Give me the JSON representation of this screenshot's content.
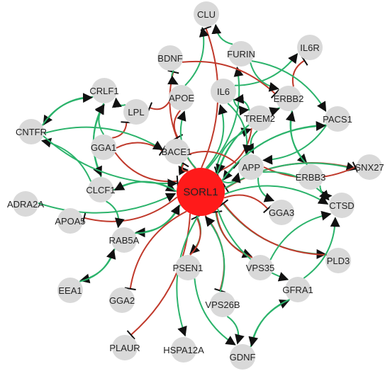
{
  "colors": {
    "activation": "#2bb36b",
    "inhibition": "#c0392b",
    "node": "#d9d9d9",
    "hub": "#ff1a1a"
  },
  "hub": "SORL1",
  "nodes": [
    "CLU",
    "IL6R",
    "BDNF",
    "FURIN",
    "CRLF1",
    "APOE",
    "IL6",
    "ERBB2",
    "LPL",
    "PACS1",
    "TREM2",
    "CNTFR",
    "GGA1",
    "BACE1",
    "APP",
    "SNX27",
    "ERBB3",
    "CLCF1",
    "SORL1",
    "ADRA2A",
    "CTSD",
    "GGA3",
    "APOA5",
    "RAB5A",
    "PLD3",
    "VPS35",
    "PSEN1",
    "EEA1",
    "GFRA1",
    "GGA2",
    "VPS26B",
    "PLAUR",
    "HSPA12A",
    "GDNF"
  ],
  "edges": [
    {
      "s": "SORL1",
      "t": "CLU",
      "type": "inhibition"
    },
    {
      "s": "FURIN",
      "t": "CLU",
      "type": "activation"
    },
    {
      "s": "APOE",
      "t": "CLU",
      "type": "activation"
    },
    {
      "s": "ERBB2",
      "t": "IL6R",
      "type": "inhibition"
    },
    {
      "s": "IL6",
      "t": "IL6R",
      "type": "activation"
    },
    {
      "s": "SORL1",
      "t": "BDNF",
      "type": "inhibition"
    },
    {
      "s": "SORL1",
      "t": "FURIN",
      "type": "activation"
    },
    {
      "s": "BDNF",
      "t": "ERBB2",
      "type": "inhibition"
    },
    {
      "s": "FURIN",
      "t": "ERBB2",
      "type": "activation"
    },
    {
      "s": "FURIN",
      "t": "PACS1",
      "type": "activation"
    },
    {
      "s": "BDNF",
      "t": "APOE",
      "type": "activation"
    },
    {
      "s": "APOE",
      "t": "LPL",
      "type": "inhibition"
    },
    {
      "s": "APOE",
      "t": "BACE1",
      "type": "inhibition"
    },
    {
      "s": "LPL",
      "t": "CRLF1",
      "type": "activation"
    },
    {
      "s": "CRLF1",
      "t": "CNTFR",
      "type": "activation"
    },
    {
      "s": "CNTFR",
      "t": "CRLF1",
      "type": "activation"
    },
    {
      "s": "CLCF1",
      "t": "CNTFR",
      "type": "activation"
    },
    {
      "s": "CLCF1",
      "t": "CRLF1",
      "type": "activation"
    },
    {
      "s": "CRLF1",
      "t": "CLCF1",
      "type": "activation"
    },
    {
      "s": "GGA1",
      "t": "CRLF1",
      "type": "activation"
    },
    {
      "s": "GGA1",
      "t": "LPL",
      "type": "inhibition"
    },
    {
      "s": "GGA1",
      "t": "BACE1",
      "type": "inhibition"
    },
    {
      "s": "GGA1",
      "t": "SORL1",
      "type": "inhibition"
    },
    {
      "s": "CNTFR",
      "t": "BACE1",
      "type": "activation"
    },
    {
      "s": "CNTFR",
      "t": "SORL1",
      "type": "activation"
    },
    {
      "s": "SORL1",
      "t": "APOE",
      "type": "activation"
    },
    {
      "s": "SORL1",
      "t": "IL6",
      "type": "activation"
    },
    {
      "s": "SORL1",
      "t": "TREM2",
      "type": "activation"
    },
    {
      "s": "TREM2",
      "t": "APP",
      "type": "activation"
    },
    {
      "s": "TREM2",
      "t": "SORL1",
      "type": "inhibition"
    },
    {
      "s": "IL6",
      "t": "TREM2",
      "type": "activation"
    },
    {
      "s": "IL6",
      "t": "APP",
      "type": "activation"
    },
    {
      "s": "ERBB2",
      "t": "ERBB3",
      "type": "activation"
    },
    {
      "s": "ERBB3",
      "t": "ERBB2",
      "type": "activation"
    },
    {
      "s": "ERBB2",
      "t": "SORL1",
      "type": "activation"
    },
    {
      "s": "SORL1",
      "t": "ERBB2",
      "type": "activation"
    },
    {
      "s": "PACS1",
      "t": "SORL1",
      "type": "activation"
    },
    {
      "s": "PACS1",
      "t": "APP",
      "type": "activation"
    },
    {
      "s": "SNX27",
      "t": "SORL1",
      "type": "inhibition"
    },
    {
      "s": "SORL1",
      "t": "SNX27",
      "type": "activation"
    },
    {
      "s": "APP",
      "t": "SNX27",
      "type": "inhibition"
    },
    {
      "s": "APP",
      "t": "CTSD",
      "type": "activation"
    },
    {
      "s": "ERBB3",
      "t": "CTSD",
      "type": "activation"
    },
    {
      "s": "SORL1",
      "t": "CTSD",
      "type": "activation"
    },
    {
      "s": "SORL1",
      "t": "APP",
      "type": "activation"
    },
    {
      "s": "BACE1",
      "t": "APP",
      "type": "inhibition"
    },
    {
      "s": "BACE1",
      "t": "SORL1",
      "type": "activation"
    },
    {
      "s": "SORL1",
      "t": "BACE1",
      "type": "inhibition"
    },
    {
      "s": "APP",
      "t": "GGA3",
      "type": "activation"
    },
    {
      "s": "SORL1",
      "t": "GGA3",
      "type": "inhibition"
    },
    {
      "s": "SORL1",
      "t": "PLD3",
      "type": "activation"
    },
    {
      "s": "PLD3",
      "t": "SORL1",
      "type": "inhibition"
    },
    {
      "s": "SORL1",
      "t": "VPS35",
      "type": "activation"
    },
    {
      "s": "VPS35",
      "t": "SORL1",
      "type": "inhibition"
    },
    {
      "s": "SORL1",
      "t": "GFRA1",
      "type": "activation"
    },
    {
      "s": "SORL1",
      "t": "PSEN1",
      "type": "activation"
    },
    {
      "s": "PSEN1",
      "t": "SORL1",
      "type": "inhibition"
    },
    {
      "s": "SORL1",
      "t": "VPS26B",
      "type": "inhibition"
    },
    {
      "s": "VPS26B",
      "t": "SORL1",
      "type": "activation"
    },
    {
      "s": "SORL1",
      "t": "RAB5A",
      "type": "activation"
    },
    {
      "s": "RAB5A",
      "t": "SORL1",
      "type": "activation"
    },
    {
      "s": "CLCF1",
      "t": "SORL1",
      "type": "activation"
    },
    {
      "s": "SORL1",
      "t": "CLCF1",
      "type": "activation"
    },
    {
      "s": "SORL1",
      "t": "APOA5",
      "type": "inhibition"
    },
    {
      "s": "ADRA2A",
      "t": "SORL1",
      "type": "activation"
    },
    {
      "s": "RAB5A",
      "t": "EEA1",
      "type": "activation"
    },
    {
      "s": "EEA1",
      "t": "RAB5A",
      "type": "activation"
    },
    {
      "s": "CLCF1",
      "t": "RAB5A",
      "type": "activation"
    },
    {
      "s": "SORL1",
      "t": "GGA2",
      "type": "inhibition"
    },
    {
      "s": "SORL1",
      "t": "PLAUR",
      "type": "inhibition"
    },
    {
      "s": "SORL1",
      "t": "HSPA12A",
      "type": "activation"
    },
    {
      "s": "GDNF",
      "t": "GFRA1",
      "type": "activation"
    },
    {
      "s": "GFRA1",
      "t": "GDNF",
      "type": "activation"
    },
    {
      "s": "VPS26B",
      "t": "GDNF",
      "type": "activation"
    },
    {
      "s": "PSEN1",
      "t": "GDNF",
      "type": "activation"
    },
    {
      "s": "VPS35",
      "t": "CTSD",
      "type": "activation"
    },
    {
      "s": "GFRA1",
      "t": "CTSD",
      "type": "activation"
    },
    {
      "s": "SORL1",
      "t": "PACS1",
      "type": "activation"
    },
    {
      "s": "TREM2",
      "t": "IL6",
      "type": "activation"
    }
  ]
}
